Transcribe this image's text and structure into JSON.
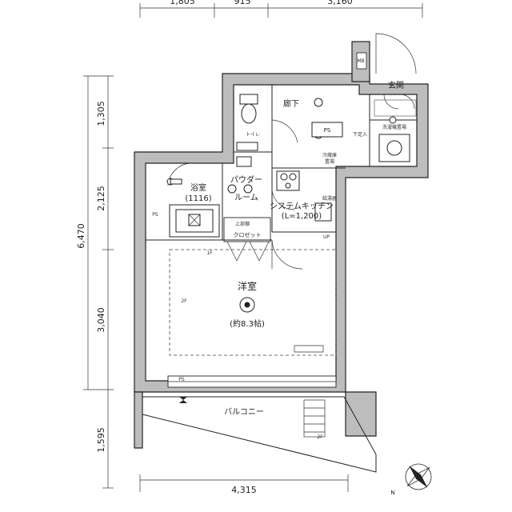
{
  "dimensions": {
    "top": [
      "1,805",
      "915",
      "3,160"
    ],
    "left": [
      "6,470",
      "1,305",
      "2,125",
      "3,040",
      "1,595"
    ],
    "bottom": "4,315"
  },
  "rooms": {
    "western_room": "洋室",
    "western_room_size": "(約8.3帖)",
    "bathroom": "浴室",
    "bathroom_size": "(1116)",
    "powder_room_1": "パウダー",
    "powder_room_2": "ルーム",
    "toilet": "トイレ",
    "corridor": "廊下",
    "entrance": "玄関",
    "kitchen": "システムキッチン",
    "kitchen_size": "(L=1,200)",
    "closet": "クロゼット",
    "balcony": "バルコニー"
  },
  "small_labels": {
    "mb": "MB",
    "ps_corridor": "PS",
    "ps_bath": "PS",
    "ps_window": "PS",
    "shoe_box": "下足入",
    "washer_place": "洗濯機置場",
    "fridge_place_1": "冷蔵庫",
    "fridge_place_2": "置場",
    "water_heater": "給湯器",
    "top_shelf": "上部棚",
    "tank": "1F",
    "level_2f_a": "2F",
    "level_2f_b": "2F",
    "door_mark": "UP"
  },
  "compass": {
    "north_label": "N"
  }
}
